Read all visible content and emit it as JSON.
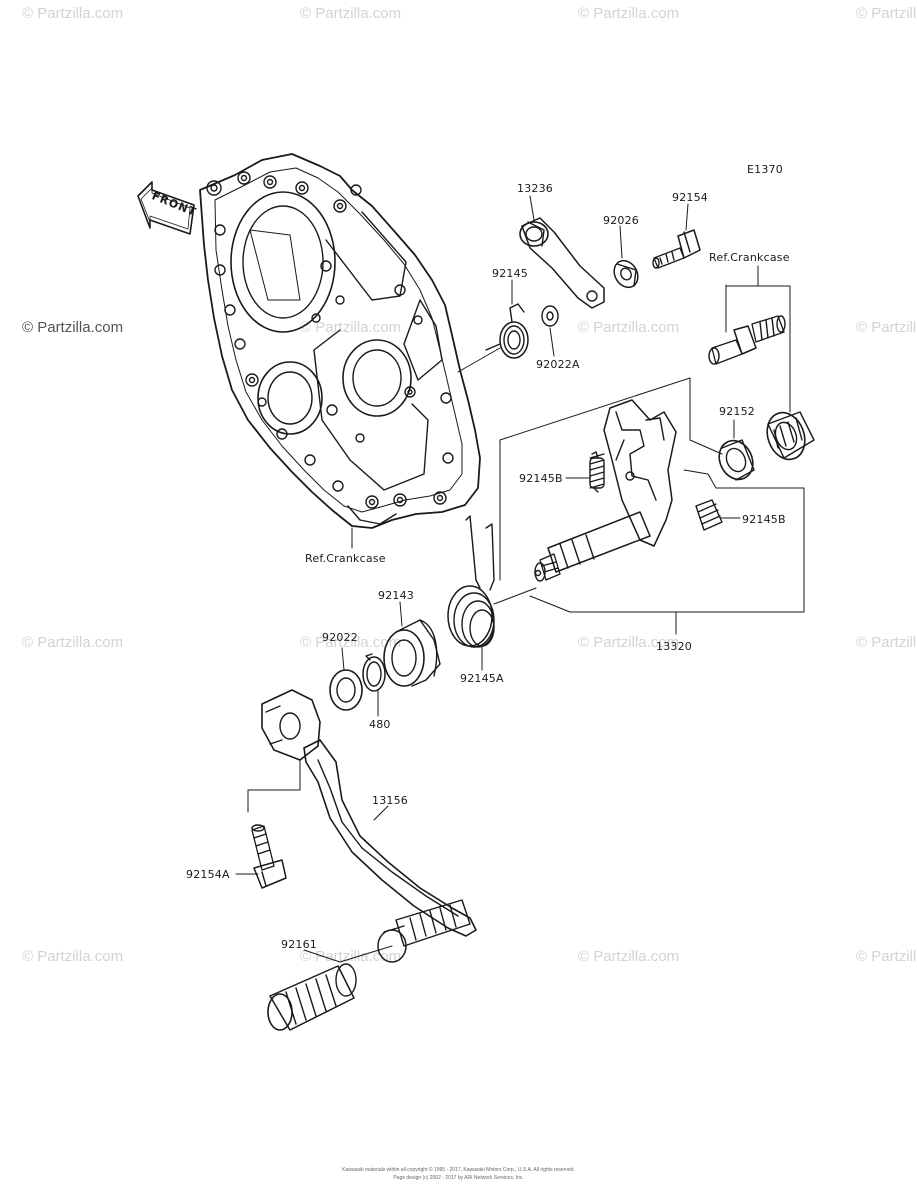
{
  "watermark": {
    "text": "© Partzilla.com"
  },
  "diagram_code": "E1370",
  "front_label": "FRONT",
  "labels": {
    "p13236": "13236",
    "p92154": "92154",
    "p92026": "92026",
    "ref_crankcase_top": "Ref.Crankcase",
    "p92145": "92145",
    "p92022A": "92022A",
    "p92152": "92152",
    "p92145B_left": "92145B",
    "p92145B_right": "92145B",
    "ref_crankcase_bottom": "Ref.Crankcase",
    "p92143": "92143",
    "p92022": "92022",
    "p92145A": "92145A",
    "p13320": "13320",
    "p480": "480",
    "p13156": "13156",
    "p92154A": "92154A",
    "p92161": "92161"
  },
  "footer": {
    "line1": "Kawasaki materials within all copyright © 1995 - 2017, Kawasaki Motors Corp., U.S.A. All rights reserved.",
    "line2": "Page design (c) 2002 - 2017 by ARI Network Services, Inc."
  }
}
